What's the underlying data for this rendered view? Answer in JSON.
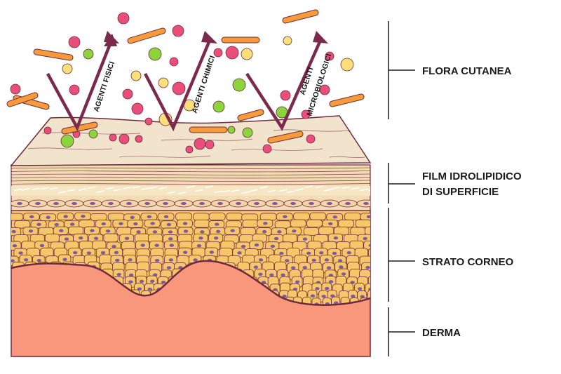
{
  "agents": [
    {
      "id": "fisici",
      "label": "AGENTI FISICI"
    },
    {
      "id": "chimici",
      "label": "AGENTI CHIMICI"
    },
    {
      "id": "microbiologici",
      "label_line1": "AGENTI",
      "label_line2": "MICROBIOLOGICI"
    }
  ],
  "layers": [
    {
      "id": "flora",
      "label": "FLORA CUTANEA"
    },
    {
      "id": "film",
      "label_line1": "FILM IDROLIPIDICO",
      "label_line2": "DI SUPERFICIE"
    },
    {
      "id": "corneo",
      "label": "STRATO CORNEO"
    },
    {
      "id": "derma",
      "label": "DERMA"
    }
  ],
  "colors": {
    "arrow": "#7b2a4c",
    "outline": "#6e2a3e",
    "surface": "#f2e3cc",
    "film": "#f7e6c4",
    "cell": "#f6c76a",
    "nucleus": "#7d5a9e",
    "derma": "#f9977c",
    "microbe_green": "#8cd43c",
    "microbe_pink": "#ea4f7c",
    "microbe_yellow": "#fbe07a",
    "bacillus": "#f79a3a"
  }
}
